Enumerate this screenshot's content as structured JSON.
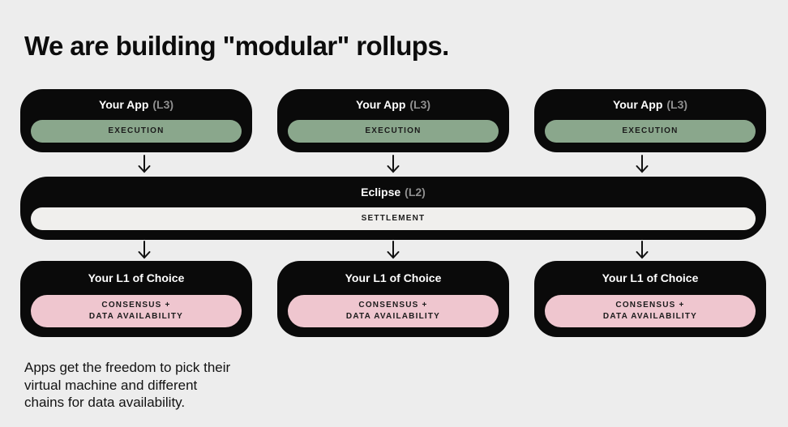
{
  "title": "We are building \"modular\" rollups.",
  "colors": {
    "background": "#ededed",
    "box_black": "#0a0a0a",
    "execution_green": "#8aa78c",
    "settlement_white": "#f0efed",
    "consensus_pink": "#efc6cf",
    "muted_label": "#8f8f8f",
    "ink": "#131313"
  },
  "top_row": [
    {
      "title": "Your App",
      "suffix": "(L3)",
      "pill": "EXECUTION"
    },
    {
      "title": "Your App",
      "suffix": "(L3)",
      "pill": "EXECUTION"
    },
    {
      "title": "Your App",
      "suffix": "(L3)",
      "pill": "EXECUTION"
    }
  ],
  "middle": {
    "title": "Eclipse",
    "suffix": "(L2)",
    "pill": "SETTLEMENT"
  },
  "bottom_row": [
    {
      "title": "Your L1 of Choice",
      "pill_line1": "CONSENSUS +",
      "pill_line2": "DATA AVAILABILITY"
    },
    {
      "title": "Your L1 of Choice",
      "pill_line1": "CONSENSUS +",
      "pill_line2": "DATA AVAILABILITY"
    },
    {
      "title": "Your L1 of Choice",
      "pill_line1": "CONSENSUS +",
      "pill_line2": "DATA AVAILABILITY"
    }
  ],
  "footer_lines": [
    "Apps get the freedom to pick their",
    "virtual machine and different",
    "chains for data availability."
  ]
}
